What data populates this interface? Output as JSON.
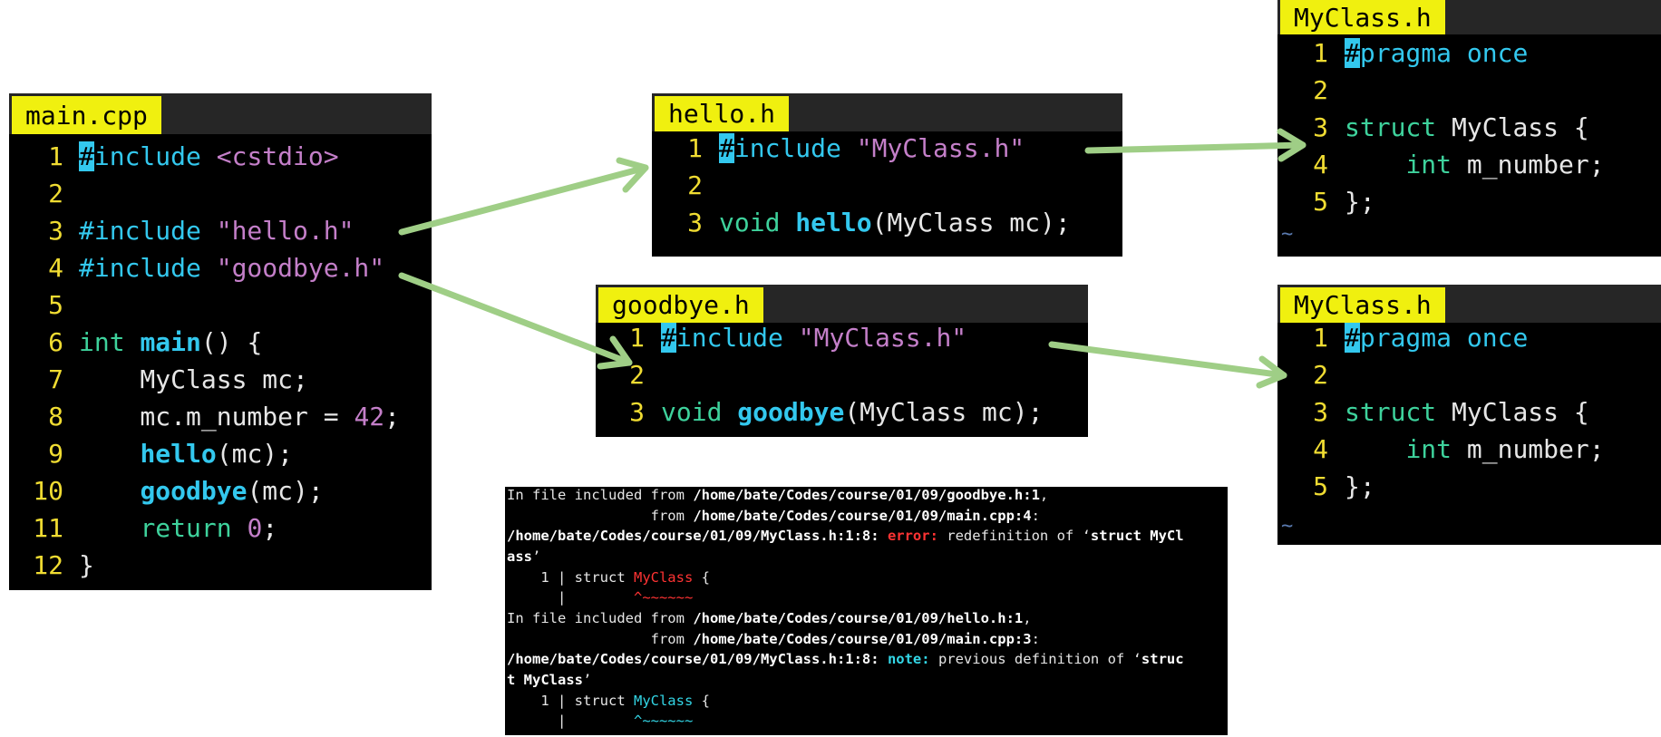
{
  "panels": {
    "main": {
      "tab": "main.cpp",
      "lines": [
        {
          "n": "1"
        },
        {
          "n": "2"
        },
        {
          "n": "3"
        },
        {
          "n": "4"
        },
        {
          "n": "5"
        },
        {
          "n": "6"
        },
        {
          "n": "7"
        },
        {
          "n": "8"
        },
        {
          "n": "9"
        },
        {
          "n": "10"
        },
        {
          "n": "11"
        },
        {
          "n": "12"
        }
      ],
      "t": {
        "l1a": "#",
        "l1b": "include",
        "l1c": " <cstdio>",
        "l3a": "#include",
        "l3b": " \"hello.h\"",
        "l4a": "#include",
        "l4b": " \"goodbye.h\"",
        "l6a": "int",
        "l6b": " ",
        "l6c": "main",
        "l6d": "() {",
        "l7": "    MyClass mc;",
        "l8a": "    mc.m_number = ",
        "l8b": "42",
        "l8c": ";",
        "l9a": "    ",
        "l9b": "hello",
        "l9c": "(mc);",
        "l10a": "    ",
        "l10b": "goodbye",
        "l10c": "(mc);",
        "l11a": "    ",
        "l11b": "return",
        "l11c": " ",
        "l11d": "0",
        "l11e": ";",
        "l12": "}"
      }
    },
    "hello": {
      "tab": "hello.h",
      "n1": "1",
      "n2": "2",
      "n3": "3",
      "l1a": "#",
      "l1b": "include",
      "l1c": " \"MyClass.h\"",
      "l3a": "void",
      "l3b": " ",
      "l3c": "hello",
      "l3d": "(MyClass mc);"
    },
    "goodbye": {
      "tab": "goodbye.h",
      "n1": "1",
      "n2": "2",
      "n3": "3",
      "l1a": "#",
      "l1b": "include",
      "l1c": " \"MyClass.h\"",
      "l3a": "void",
      "l3b": " ",
      "l3c": "goodbye",
      "l3d": "(MyClass mc);"
    },
    "myclass_top": {
      "tab": "MyClass.h",
      "n1": "1",
      "n2": "2",
      "n3": "3",
      "n4": "4",
      "n5": "5",
      "l1a": "#",
      "l1b": "pragma",
      "l1c": " ",
      "l1d": "once",
      "l3a": "struct",
      "l3b": " MyClass {",
      "l4a": "    ",
      "l4b": "int",
      "l4c": " m_number;",
      "l5": "};",
      "tilde": "~"
    },
    "myclass_bottom": {
      "tab": "MyClass.h",
      "n1": "1",
      "n2": "2",
      "n3": "3",
      "n4": "4",
      "n5": "5",
      "l1a": "#",
      "l1b": "pragma",
      "l1c": " ",
      "l1d": "once",
      "l3a": "struct",
      "l3b": " MyClass {",
      "l4a": "    ",
      "l4b": "int",
      "l4c": " m_number;",
      "l5": "};",
      "tilde": "~"
    }
  },
  "terminal": {
    "t1a": "In file included from ",
    "t1b": "/home/bate/Codes/course/01/09/goodbye.h:1",
    "t1c": ",",
    "t2a": "                 from ",
    "t2b": "/home/bate/Codes/course/01/09/main.cpp:4",
    "t2c": ":",
    "t3a": "/home/bate/Codes/course/01/09/MyClass.h:1:8: ",
    "t3b": "error:",
    "t3c": " redefinition of ‘",
    "t3d": "struct MyCl",
    "t4a": "ass",
    "t4b": "’",
    "t5a": "    1 | struct ",
    "t5b": "MyClass",
    "t5c": " {",
    "t6a": "      |        ",
    "t6b": "^~~~~~~",
    "t7a": "In file included from ",
    "t7b": "/home/bate/Codes/course/01/09/hello.h:1",
    "t7c": ",",
    "t8a": "                 from ",
    "t8b": "/home/bate/Codes/course/01/09/main.cpp:3",
    "t8c": ":",
    "t9a": "/home/bate/Codes/course/01/09/MyClass.h:1:8: ",
    "t9b": "note:",
    "t9c": " previous definition of ‘",
    "t9d": "struc",
    "t10a": "t MyClass",
    "t10b": "’",
    "t11a": "    1 | struct ",
    "t11b": "MyClass",
    "t11c": " {",
    "t12a": "      |        ",
    "t12b": "^~~~~~~"
  },
  "colors": {
    "arrow": "#9fce86",
    "tab_bg": "#f0f00f",
    "line_number": "#f0dc32",
    "keyword": "#3ed29c",
    "preprocessor": "#33c8ee",
    "string": "#c47fc9",
    "error": "#ff3333",
    "note": "#33d6e6"
  }
}
